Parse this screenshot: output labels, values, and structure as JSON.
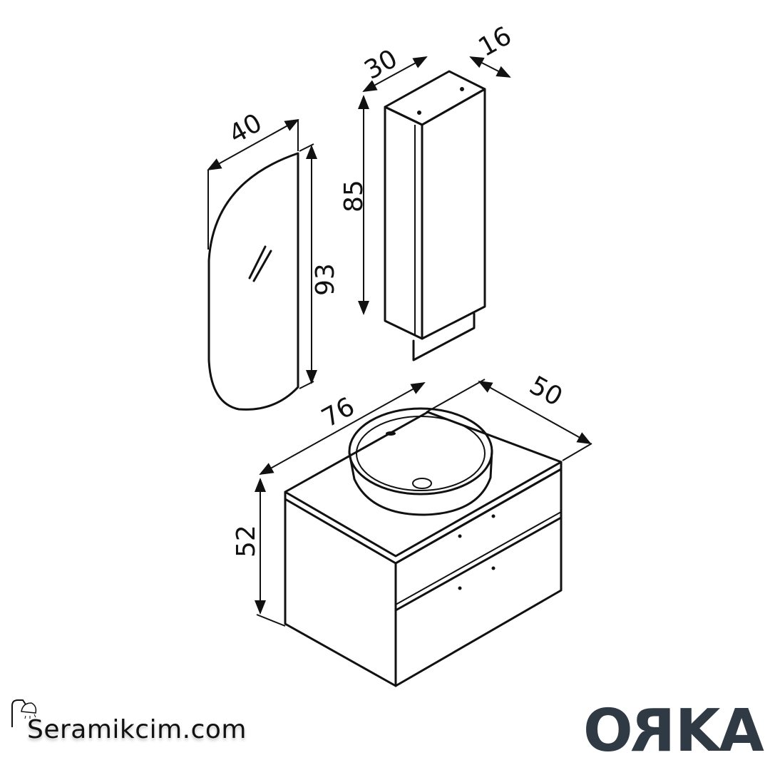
{
  "dimensions": {
    "mirror_width": "40",
    "mirror_height": "93",
    "cabinet_width": "30",
    "cabinet_depth": "16",
    "cabinet_height": "85",
    "vanity_width": "76",
    "vanity_depth": "50",
    "vanity_height": "52"
  },
  "logos": {
    "retailer": "Seramikcim.com",
    "brand": "ORKA"
  },
  "colors": {
    "line": "#111111",
    "brand": "#2f3a44"
  }
}
